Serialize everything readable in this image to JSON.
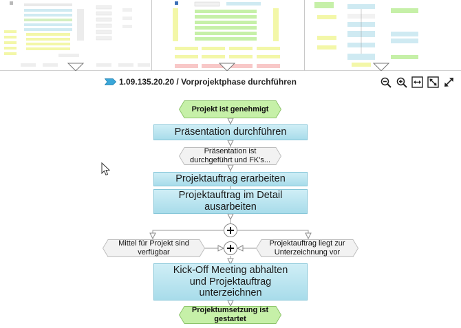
{
  "title": {
    "process_id": "1.09.135.20.20",
    "separator": " / ",
    "process_name": "Vorprojektphase durchführen"
  },
  "toolbar": {
    "zoom_out": "zoom-out",
    "zoom_in": "zoom-in",
    "fit_width": "fit-width",
    "fit_page": "fit-page",
    "fullscreen": "fullscreen"
  },
  "diagram": {
    "start_event": "Projekt ist genehmigt",
    "f1": "Präsentation durchführen",
    "e1_line1": "Präsentation ist",
    "e1_line2": "durchgeführt und FK's...",
    "f2": "Projektauftrag erarbeiten",
    "f3_line1": "Projektauftrag im Detail",
    "f3_line2": "ausarbeiten",
    "e_left_line1": "Mittel für Projekt sind",
    "e_left_line2": "verfügbar",
    "e_right_line1": "Projektauftrag liegt zur",
    "e_right_line2": "Unterzeichnung vor",
    "f4_line1": "Kick-Off Meeting abhalten",
    "f4_line2": "und Projektauftrag",
    "f4_line3": "unterzeichnen",
    "end_line1": "Projektumsetzung ist",
    "end_line2": "gestartet",
    "gateway_symbol": "+"
  },
  "colors": {
    "function_fill": "#bfe6f1",
    "event_green": "#c6f0a8",
    "event_gray": "#f2f2f2",
    "tag_blue": "#3aa7d9"
  }
}
